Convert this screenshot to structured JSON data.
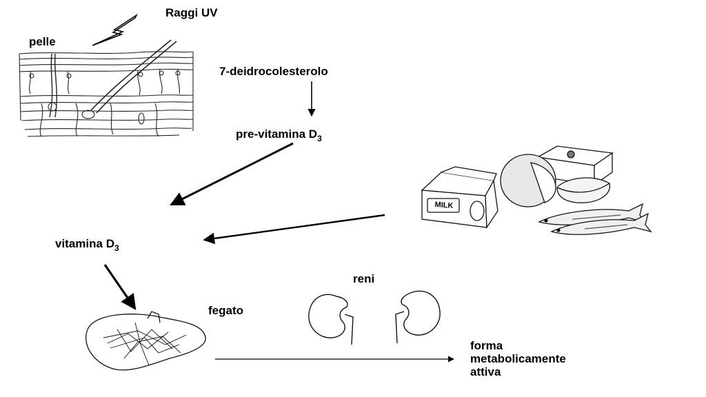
{
  "labels": {
    "uv": "Raggi UV",
    "skin": "pelle",
    "precursor": "7-deidrocolesterolo",
    "previtamin": "pre-vitamina D",
    "previtamin_sub": "3",
    "vitamin": "vitamina D",
    "vitamin_sub": "3",
    "liver": "fegato",
    "kidneys": "reni",
    "active_line1": "forma",
    "active_line2": "metabolicamente",
    "active_line3": "attiva"
  },
  "food": {
    "milk_carton_text": "MILK"
  },
  "colors": {
    "ink": "#000000",
    "background": "#ffffff",
    "sketch": "#333333"
  }
}
